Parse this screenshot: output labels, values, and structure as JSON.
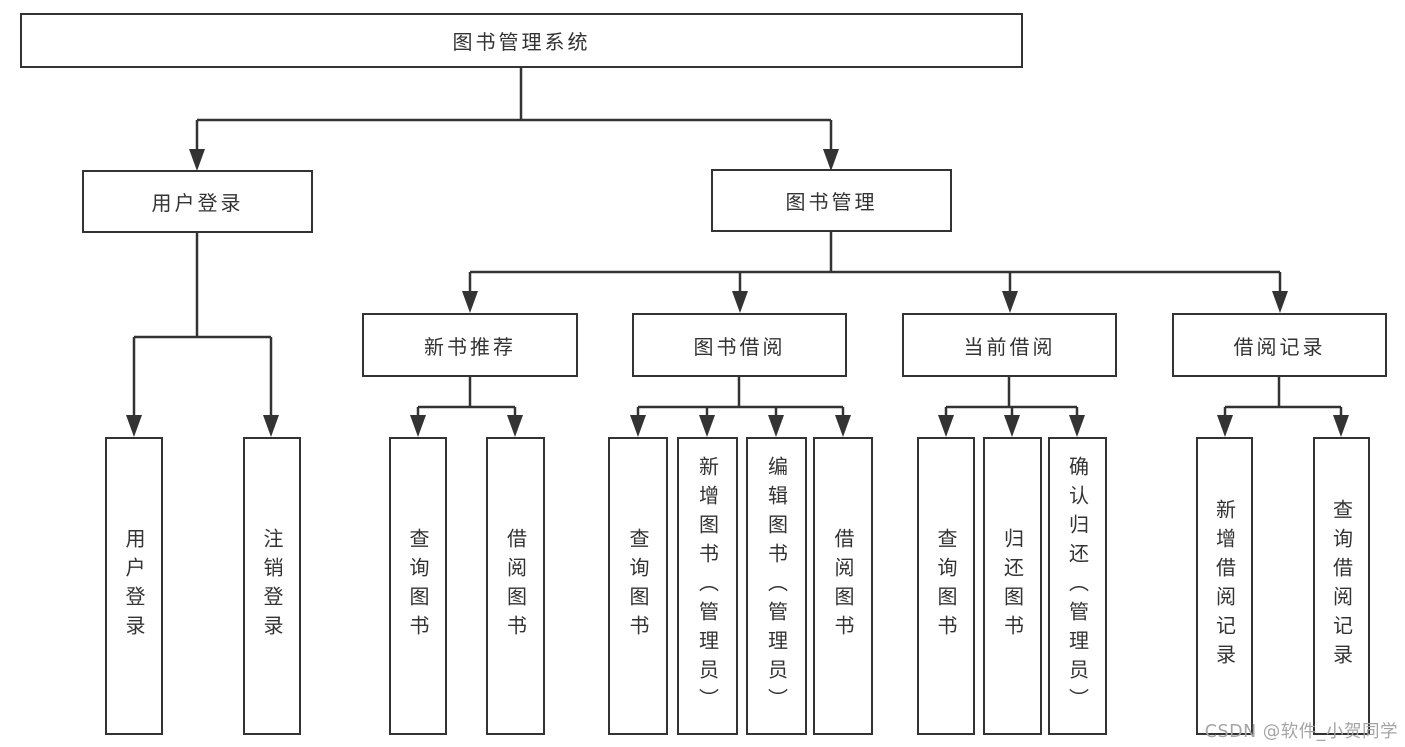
{
  "tree": {
    "root": "图书管理系统",
    "level2": [
      {
        "id": "user-login",
        "label": "用户登录"
      },
      {
        "id": "book-management",
        "label": "图书管理"
      }
    ],
    "level3": [
      {
        "id": "new-book-recommend",
        "label": "新书推荐"
      },
      {
        "id": "book-borrow",
        "label": "图书借阅"
      },
      {
        "id": "current-borrow",
        "label": "当前借阅"
      },
      {
        "id": "borrow-record",
        "label": "借阅记录"
      }
    ],
    "leaves": {
      "userLogin": [
        "用户登录",
        "注销登录"
      ],
      "newBookRecommend": [
        "查询图书",
        "借阅图书"
      ],
      "bookBorrow": [
        "查询图书",
        "新增图书（管理员）",
        "编辑图书（管理员）",
        "借阅图书"
      ],
      "currentBorrow": [
        "查询图书",
        "归还图书",
        "确认归还（管理员）"
      ],
      "borrowRecord": [
        "新增借阅记录",
        "查询借阅记录"
      ]
    }
  },
  "watermark": {
    "text": "CSDN @软件_小贺同学"
  },
  "colors": {
    "line": "#333333",
    "text": "#333333",
    "watermark": "#a5a5a5",
    "background": "#ffffff"
  }
}
